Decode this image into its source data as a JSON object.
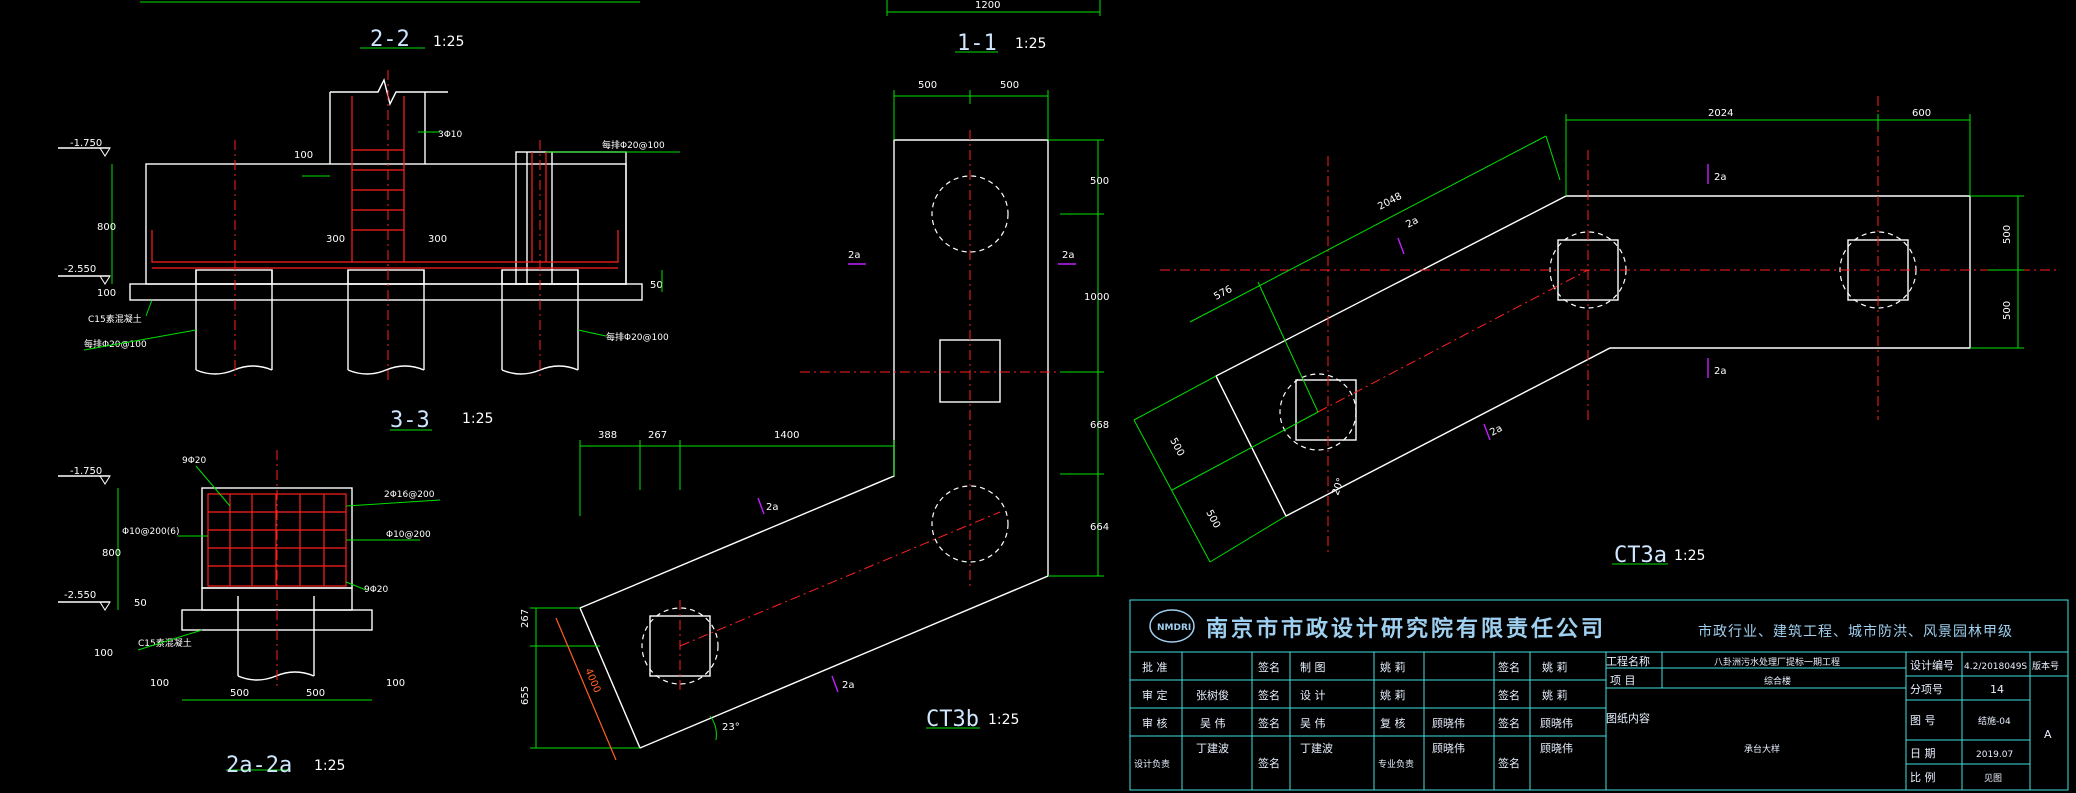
{
  "sections": {
    "s22": {
      "title": "2-2",
      "scale": "1:25"
    },
    "s11": {
      "title": "1-1",
      "scale": "1:25"
    },
    "s33": {
      "title": "3-3",
      "scale": "1:25"
    },
    "s2a": {
      "title": "2a-2a",
      "scale": "1:25"
    },
    "ct3b": {
      "title": "CT3b",
      "scale": "1:25"
    },
    "ct3a": {
      "title": "CT3a",
      "scale": "1:25"
    }
  },
  "labels33": {
    "elev_top": "-1.750",
    "elev_bot": "-2.550",
    "h800": "800",
    "h100": "100",
    "bar_3phi10": "3Φ10",
    "bar_top_right": "每排Φ20@100",
    "d300a": "300",
    "d300b": "300",
    "d100top": "100",
    "d50": "50",
    "concrete": "C15素混凝土",
    "bar_bottom_left": "每排Φ20@100",
    "bar_bottom_right": "每排Φ20@100"
  },
  "labels2a": {
    "elev_top": "-1.750",
    "elev_bot": "-2.550",
    "h800": "800",
    "h50": "50",
    "h100": "100",
    "bar_9phi20_top": "9Φ20",
    "bar_2phi16": "2Φ16@200",
    "bar_phi10_left": "Φ10@200(6)",
    "bar_phi10_right": "Φ10@200",
    "bar_9phi20_bot": "9Φ20",
    "concrete": "C15素混凝土",
    "w100a": "100",
    "w500a": "500",
    "w500b": "500",
    "w100b": "100"
  },
  "labelsCT3b": {
    "top500a": "500",
    "top500b": "500",
    "r500": "500",
    "r1000": "1000",
    "r668": "668",
    "r664": "664",
    "d388": "388",
    "d267": "267",
    "d1400": "1400",
    "l267": "267",
    "l655": "655",
    "diag": "4000",
    "angle": "23°",
    "mark2a_1": "2a",
    "mark2a_2": "2a",
    "mark2a_3": "2a",
    "mark2a_4": "2a"
  },
  "labelsCT3a": {
    "d2024": "2024",
    "d600": "600",
    "d2048": "2048",
    "d576": "576",
    "r500a": "500",
    "r500b": "500",
    "l500a": "500",
    "l500b": "500",
    "d20": "20°",
    "mark2a_1": "2a",
    "mark2a_2": "2a",
    "mark2a_3": "2a",
    "mark2a_4": "2a"
  },
  "label11_top": "1200",
  "titleblock": {
    "company": "南京市市政设计研究院有限责任公司",
    "qualification": "市政行业、建筑工程、城市防洪、风景园林甲级",
    "logo": "NMDRI",
    "r1": [
      "批 准",
      "签名",
      "制 图",
      "姚 莉",
      "签名",
      "姚 莉"
    ],
    "r2": [
      "审 定",
      "张树俊",
      "签名",
      "设 计",
      "姚 莉",
      "签名",
      "姚 莉"
    ],
    "r3": [
      "审 核",
      "吴 伟",
      "签名",
      "吴 伟",
      "复 核",
      "顾晓伟",
      "签名",
      "顾晓伟"
    ],
    "r4": [
      "设计负责",
      "丁建波",
      "签名",
      "丁建波",
      "专业负责",
      "顾晓伟",
      "签名",
      "顾晓伟"
    ],
    "proj_name_label": "工程名称",
    "proj_name": "八卦洲污水处理厂提标一期工程",
    "item_label": "项 目",
    "item": "综合楼",
    "content_label": "图纸内容",
    "content": "承台大样",
    "design_no_label": "设计编号",
    "design_no": "4.2/2018049S",
    "version_label": "版本号",
    "version": "A",
    "sub_no_label": "分项号",
    "sub_no": "14",
    "drawing_no_label": "图 号",
    "drawing_no": "结施-04",
    "date_label": "日 期",
    "date": "2019.07",
    "scale_label": "比 例",
    "scale": "见图"
  }
}
